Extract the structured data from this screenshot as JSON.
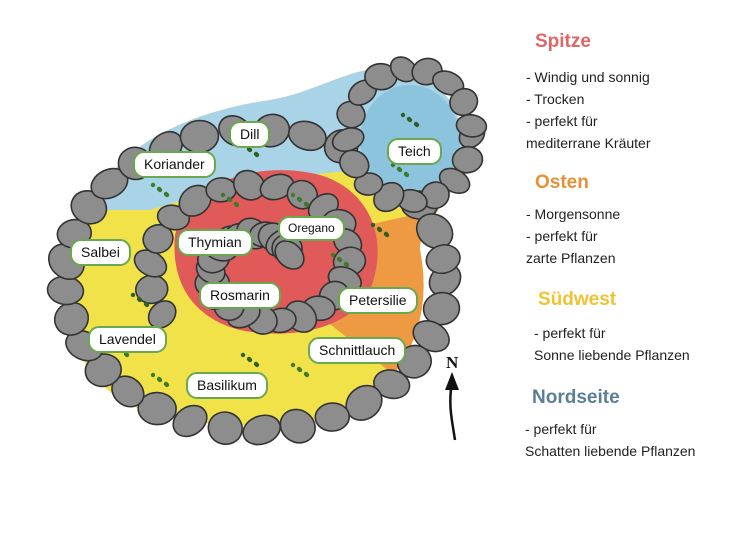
{
  "colors": {
    "spitze": "#e06666",
    "osten": "#e69138",
    "suedwest": "#f1c232",
    "nordseite": "#5b7f95",
    "label_border": "#6aa84f",
    "stone": "#8a8a8a",
    "zone_red": "#e05a5a",
    "zone_orange": "#ee9a42",
    "zone_yellow": "#f2e24a",
    "zone_blue": "#a9d3e6"
  },
  "plant_labels": {
    "dill": "Dill",
    "koriander": "Koriander",
    "teich": "Teich",
    "salbei": "Salbei",
    "thymian": "Thymian",
    "oregano": "Oregano",
    "rosmarin": "Rosmarin",
    "petersilie": "Petersilie",
    "lavendel": "Lavendel",
    "schnittlauch": "Schnittlauch",
    "basilikum": "Basilikum"
  },
  "compass": {
    "letter": "N",
    "icon": "north-arrow-icon"
  },
  "legend": {
    "spitze": {
      "title": "Spitze",
      "lines": [
        "- Windig und sonnig",
        "- Trocken",
        "- perfekt für",
        "mediterrane Kräuter"
      ]
    },
    "osten": {
      "title": "Osten",
      "lines": [
        "- Morgensonne",
        "- perfekt für",
        "zarte Pflanzen"
      ]
    },
    "suedwest": {
      "title": "Südwest",
      "lines": [
        "- perfekt für",
        "Sonne liebende Pflanzen"
      ]
    },
    "nordseite": {
      "title": "Nordseite",
      "lines": [
        "- perfekt für",
        "Schatten liebende Pflanzen"
      ]
    }
  }
}
